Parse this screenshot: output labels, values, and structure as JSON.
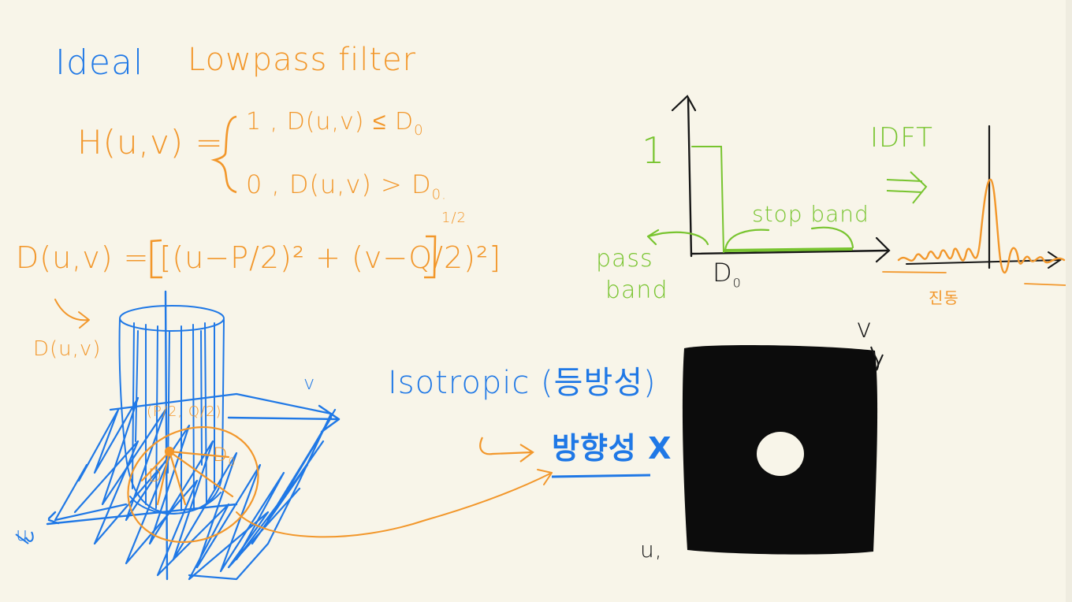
{
  "note": {
    "title_word1": "Ideal",
    "title_word2": "Lowpass filter",
    "h_lhs": "H(u,v) =",
    "h_case1": "1 , D(u,v) ≤ D",
    "h_case1_sub": "0",
    "h_case2": "0 , D(u,v) > D",
    "h_case2_sub": "0.",
    "d_def": "D(u,v) = [(u−P/2)² + (v−Q/2)²]",
    "d_exp": "1/2",
    "d_label": "D(u,v)",
    "center_label": "(P/2, Q/2)",
    "d0_label": "D",
    "d0_sub": "0",
    "d_small": "D",
    "axis_v_3d": "v",
    "axis_u_3d": "u",
    "isotropic": "Isotropic (등방성)",
    "no_direction": "방향성 X",
    "graph_one": "1",
    "stop_band": "stop band",
    "pass_band_1": "pass",
    "pass_band_2": "band",
    "graph_d0": "D",
    "graph_d0_sub": "0",
    "idft": "IDFT",
    "arrow": "⇒",
    "ringing": "진동",
    "img_v": "v",
    "img_u": "u,"
  },
  "colors": {
    "blue": "#1f78e6",
    "orange": "#f2972b",
    "green": "#78c42f",
    "black": "#161616",
    "paper": "#f8f5e9"
  }
}
